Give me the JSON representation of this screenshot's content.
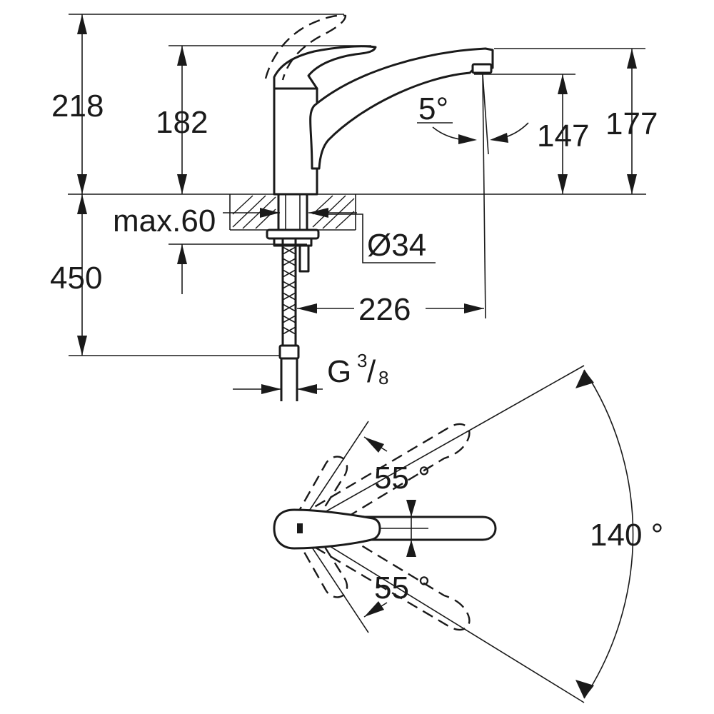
{
  "dimensions": {
    "total_height": "218",
    "body_height": "182",
    "spout_outer_height": "177",
    "spout_outlet_height": "147",
    "spout_angle": "5°",
    "max_deck_thickness": "max.60",
    "hole_diameter": "Ø34",
    "hose_length": "450",
    "spout_reach": "226",
    "thread": "G",
    "thread_numerator": "3",
    "thread_denominator": "8"
  },
  "rotation": {
    "handle_up": "55 °",
    "handle_down": "55 °",
    "spout_swivel": "140 °"
  }
}
